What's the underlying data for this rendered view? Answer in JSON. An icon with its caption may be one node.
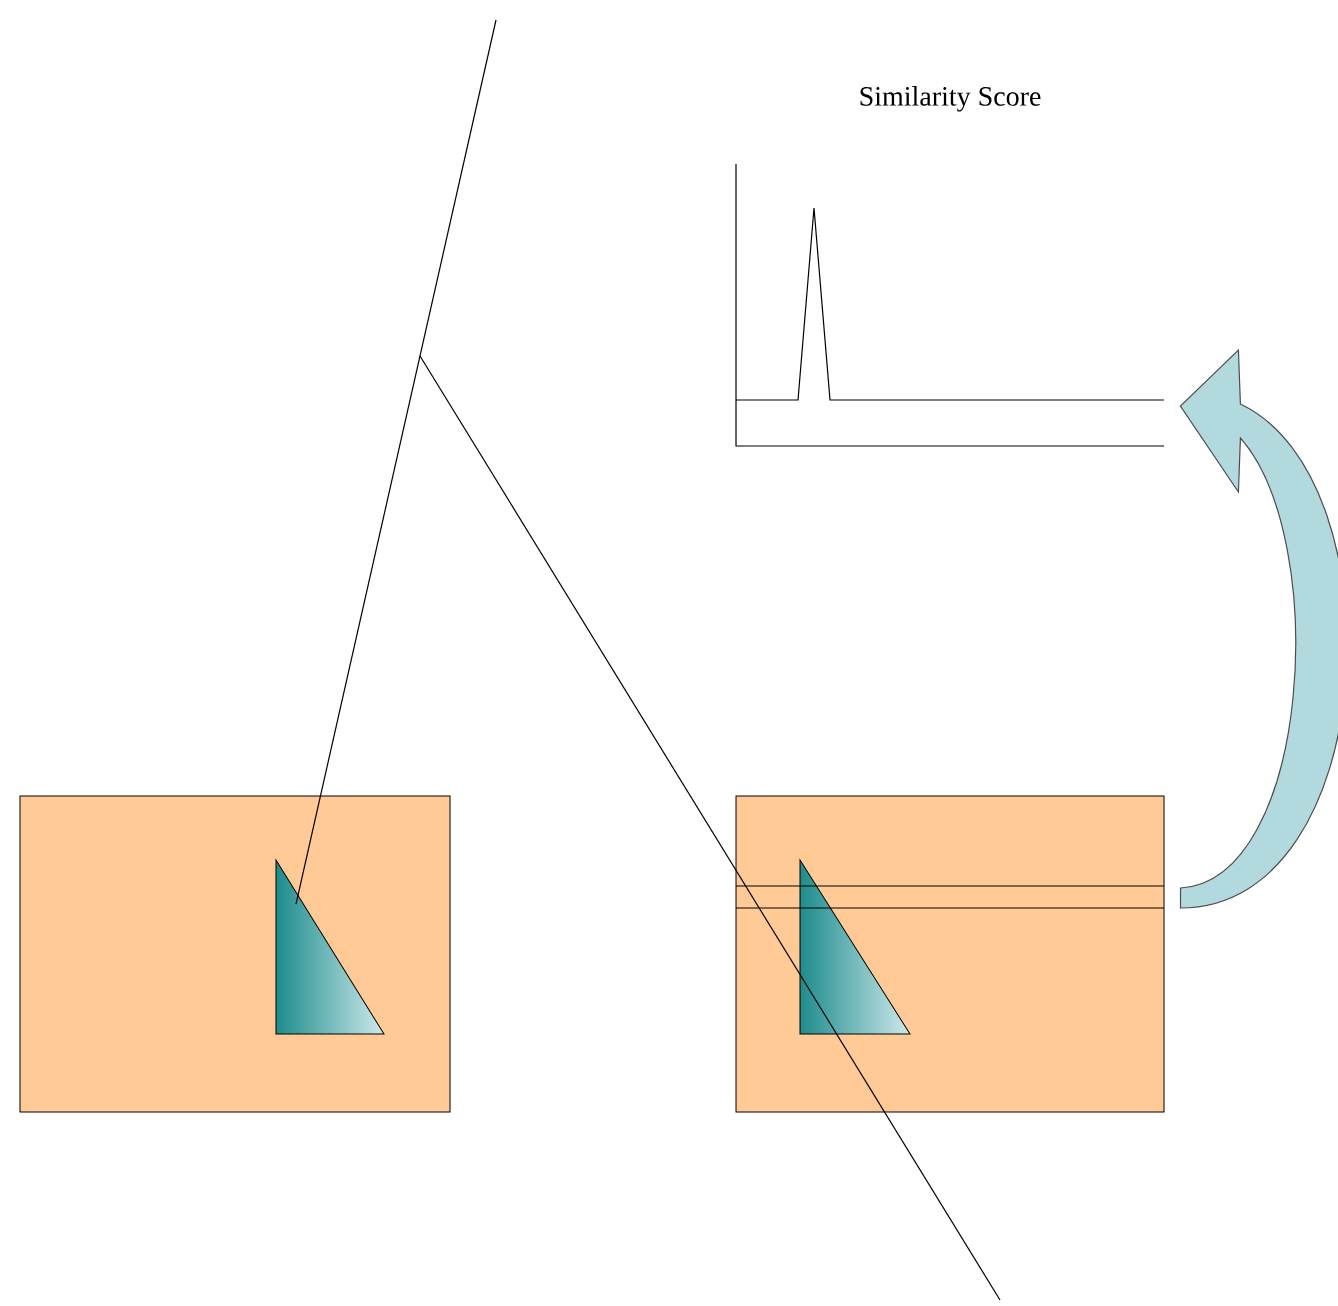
{
  "diagram": {
    "nodes": [
      {
        "text": [],
        "shape": "box"
      },
      {
        "text": [],
        "shape": "box"
      },
      {
        "text": [
          "Similarity Score"
        ]
      }
    ],
    "edges": [
      {
        "from": 1,
        "to": 2,
        "arrow": "to"
      }
    ]
  }
}
